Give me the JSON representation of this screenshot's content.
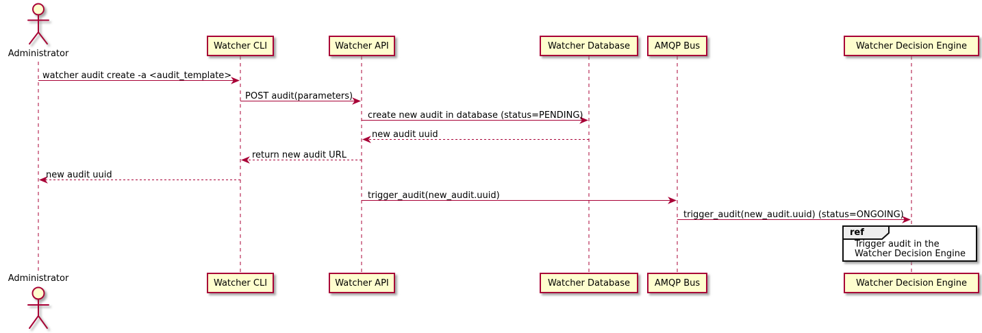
{
  "diagram_type": "sequence-diagram",
  "colors": {
    "accent": "#A80036",
    "participant_fill": "#FEFECE",
    "ref_header_fill": "#EEEEEE",
    "ref_border": "#0d0d0d",
    "text": "#000000",
    "background": "#ffffff"
  },
  "actor": {
    "name": "Administrator"
  },
  "participants": [
    {
      "id": "watcher-cli",
      "label": "Watcher CLI"
    },
    {
      "id": "watcher-api",
      "label": "Watcher API"
    },
    {
      "id": "watcher-database",
      "label": "Watcher Database"
    },
    {
      "id": "amqp-bus",
      "label": "AMQP Bus"
    },
    {
      "id": "watcher-decision-engine",
      "label": "Watcher Decision Engine"
    }
  ],
  "messages": [
    {
      "from": "Administrator",
      "to": "Watcher CLI",
      "label": "watcher audit create -a <audit_template>",
      "line": "solid"
    },
    {
      "from": "Watcher CLI",
      "to": "Watcher API",
      "label": "POST audit(parameters)",
      "line": "solid"
    },
    {
      "from": "Watcher API",
      "to": "Watcher Database",
      "label": "create new audit in database (status=PENDING)",
      "line": "solid"
    },
    {
      "from": "Watcher Database",
      "to": "Watcher API",
      "label": "new audit uuid",
      "line": "dashed"
    },
    {
      "from": "Watcher API",
      "to": "Watcher CLI",
      "label": "return new audit URL",
      "line": "dashed"
    },
    {
      "from": "Watcher CLI",
      "to": "Administrator",
      "label": "new audit uuid",
      "line": "dashed"
    },
    {
      "from": "Watcher API",
      "to": "AMQP Bus",
      "label": "trigger_audit(new_audit.uuid)",
      "line": "solid"
    },
    {
      "from": "AMQP Bus",
      "to": "Watcher Decision Engine",
      "label": "trigger_audit(new_audit.uuid) (status=ONGOING)",
      "line": "solid"
    }
  ],
  "ref": {
    "keyword": "ref",
    "line1": "Trigger audit in the",
    "line2": "Watcher Decision Engine"
  }
}
